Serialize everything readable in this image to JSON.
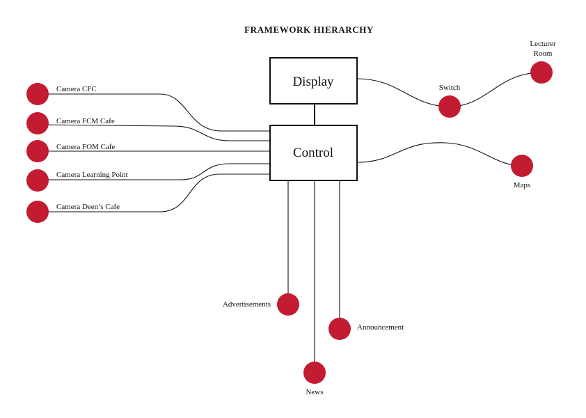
{
  "title": "FRAMEWORK HIERARCHY",
  "node_color": "#c21b32",
  "line_color": "#111111",
  "boxes": {
    "display": "Display",
    "control": "Control"
  },
  "nodes": {
    "camera_cfc": "Camera CFC",
    "camera_fcm": "Camera FCM Cafe",
    "camera_fom": "Camera FOM Cafe",
    "camera_learning": "Camera Learning Point",
    "camera_deens": "Camera Deen’s Cafe",
    "switch": "Switch",
    "lecturer_line1": "Lecturer",
    "lecturer_line2": "Room",
    "maps": "Maps",
    "advertisements": "Advertisements",
    "announcement": "Announcement",
    "news": "News"
  }
}
